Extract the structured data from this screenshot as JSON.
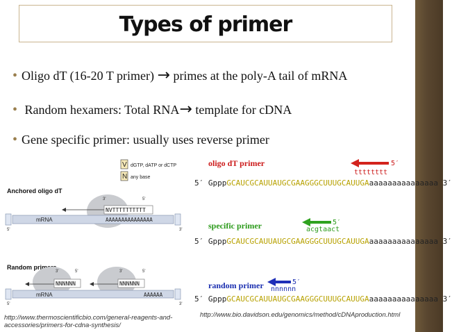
{
  "title": "Types of primer",
  "bullets": [
    {
      "text_a": "Oligo dT (16-20 T primer) ",
      "arrow": "→",
      "text_b": " primes at the poly-A tail of mRNA"
    },
    {
      "text_a": " Random hexamers: Total RNA",
      "arrow": "→",
      "text_b": " template for cDNA"
    },
    {
      "text_a": "Gene specific primer: usually uses reverse primer"
    }
  ],
  "left_diagram": {
    "legend": [
      {
        "key": "V",
        "desc": "dGTP, dATP or dCTP"
      },
      {
        "key": "N",
        "desc": "any base"
      }
    ],
    "anchored_label": "Anchored oligo dT",
    "random_label": "Random primers",
    "mrna": "mRNA",
    "poly_a": "AAAAAAAAAAAAAAA",
    "poly_a2": "AAAAAA",
    "nv_primer": "NVTTTTTTTTTT",
    "hexamer": "NNNNNN",
    "five": "5'",
    "three": "3'"
  },
  "right_diagram": {
    "rows": [
      {
        "label": "oligo dT primer",
        "label_color": "#cc1b1b",
        "primer": "tttttttt",
        "primer_color": "#cc1b1b",
        "arrow_color": "#d3231d"
      },
      {
        "label": "specific primer",
        "label_color": "#2b9a1a",
        "primer": "acgtaact",
        "primer_color": "#2b9a1a",
        "arrow_color": "#2fa21f"
      },
      {
        "label": "random primer",
        "label_color": "#1b2fb0",
        "primer": "nnnnnn",
        "primer_color": "#1b2fb0",
        "arrow_color": "#1f2fb8"
      }
    ],
    "seq_prefix": "5′ Gppp",
    "seq_yellow": "GCAUCGCAUUAUGCGAAGGGCUUUGCAUUGA",
    "seq_tail": "aaaaaaaaaaaaaaa 3′",
    "five_prime": "5′"
  },
  "credits": {
    "left": "http://www.thermoscientificbio.com/general-reagents-and-accessories/primers-for-cdna-synthesis/",
    "right": "http://www.bio.davidson.edu/genomics/method/cDNAproduction.html"
  }
}
